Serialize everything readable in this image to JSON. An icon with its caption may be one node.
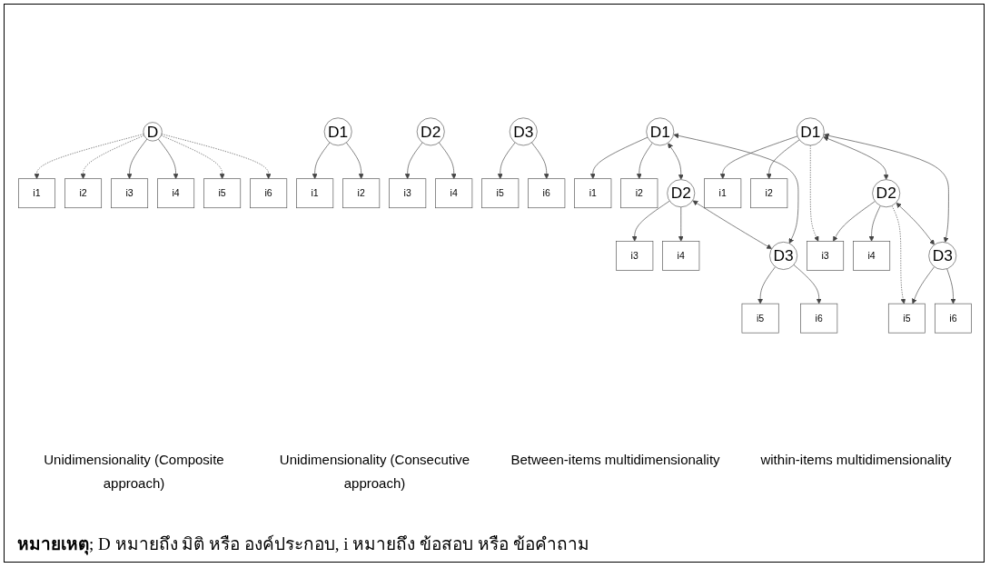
{
  "diagram": {
    "nodes": [
      {
        "text": [
          "D"
        ]
      },
      {
        "text": [
          "i1"
        ]
      },
      {
        "text": [
          "i2"
        ]
      },
      {
        "text": [
          "i3"
        ]
      },
      {
        "text": [
          "i4"
        ]
      },
      {
        "text": [
          "i5"
        ]
      },
      {
        "text": [
          "i6"
        ]
      },
      {
        "text": [
          "D1"
        ]
      },
      {
        "text": [
          "i1"
        ]
      },
      {
        "text": [
          "i2"
        ]
      },
      {
        "text": [
          "D2"
        ]
      },
      {
        "text": [
          "i3"
        ]
      },
      {
        "text": [
          "i4"
        ]
      },
      {
        "text": [
          "D3"
        ]
      },
      {
        "text": [
          "i5"
        ]
      },
      {
        "text": [
          "i6"
        ]
      },
      {
        "text": [
          "D1"
        ]
      },
      {
        "text": [
          "i1"
        ]
      },
      {
        "text": [
          "i2"
        ]
      },
      {
        "text": [
          "D2"
        ]
      },
      {
        "text": [
          "i3"
        ]
      },
      {
        "text": [
          "i4"
        ]
      },
      {
        "text": [
          "D3"
        ]
      },
      {
        "text": [
          "i5"
        ]
      },
      {
        "text": [
          "i6"
        ]
      },
      {
        "text": [
          "D1"
        ]
      },
      {
        "text": [
          "i1"
        ]
      },
      {
        "text": [
          "i2"
        ]
      },
      {
        "text": [
          "D2"
        ]
      },
      {
        "text": [
          "i3"
        ]
      },
      {
        "text": [
          "i4"
        ]
      },
      {
        "text": [
          "D3"
        ]
      },
      {
        "text": [
          "i5"
        ]
      },
      {
        "text": [
          "i6"
        ]
      }
    ],
    "edges": [
      {
        "from": 0,
        "to": 1,
        "arrow": "to",
        "style": "dashed"
      },
      {
        "from": 0,
        "to": 2,
        "arrow": "to",
        "style": "dashed"
      },
      {
        "from": 0,
        "to": 3,
        "arrow": "to"
      },
      {
        "from": 0,
        "to": 4,
        "arrow": "to"
      },
      {
        "from": 0,
        "to": 5,
        "arrow": "to",
        "style": "dashed"
      },
      {
        "from": 0,
        "to": 6,
        "arrow": "to",
        "style": "dashed"
      },
      {
        "from": 7,
        "to": 8,
        "arrow": "to"
      },
      {
        "from": 7,
        "to": 9,
        "arrow": "to"
      },
      {
        "from": 10,
        "to": 11,
        "arrow": "to"
      },
      {
        "from": 10,
        "to": 12,
        "arrow": "to"
      },
      {
        "from": 13,
        "to": 14,
        "arrow": "to"
      },
      {
        "from": 13,
        "to": 15,
        "arrow": "to"
      },
      {
        "from": 16,
        "to": 19,
        "arrow": "both"
      },
      {
        "from": 19,
        "to": 22,
        "arrow": "both"
      },
      {
        "from": 16,
        "to": 22,
        "arrow": "both"
      },
      {
        "from": 16,
        "to": 17,
        "arrow": "to"
      },
      {
        "from": 16,
        "to": 18,
        "arrow": "to"
      },
      {
        "from": 19,
        "to": 20,
        "arrow": "to"
      },
      {
        "from": 19,
        "to": 21,
        "arrow": "to"
      },
      {
        "from": 22,
        "to": 23,
        "arrow": "to"
      },
      {
        "from": 22,
        "to": 24,
        "arrow": "to"
      },
      {
        "from": 25,
        "to": 28,
        "arrow": "both"
      },
      {
        "from": 28,
        "to": 31,
        "arrow": "both"
      },
      {
        "from": 25,
        "to": 31,
        "arrow": "both"
      },
      {
        "from": 25,
        "to": 26,
        "arrow": "to"
      },
      {
        "from": 25,
        "to": 27,
        "arrow": "to"
      },
      {
        "from": 25,
        "to": 29,
        "arrow": "to",
        "style": "dashed"
      },
      {
        "from": 28,
        "to": 29,
        "arrow": "to"
      },
      {
        "from": 28,
        "to": 30,
        "arrow": "to"
      },
      {
        "from": 28,
        "to": 32,
        "arrow": "to",
        "style": "dashed"
      },
      {
        "from": 31,
        "to": 32,
        "arrow": "to"
      },
      {
        "from": 31,
        "to": 33,
        "arrow": "to"
      }
    ],
    "labels": [
      "Unidimensionality (Composite approach)",
      "Unidimensionality (Consecutive approach)",
      "Between-items multidimensionality",
      "within-items multidimensionality",
      "**หมายเหตุ**; D หมายถึง มิติ หรือ องค์ประกอบ, i หมายถึง ข้อสอบ หรือ ข้อคำถาม"
    ]
  }
}
